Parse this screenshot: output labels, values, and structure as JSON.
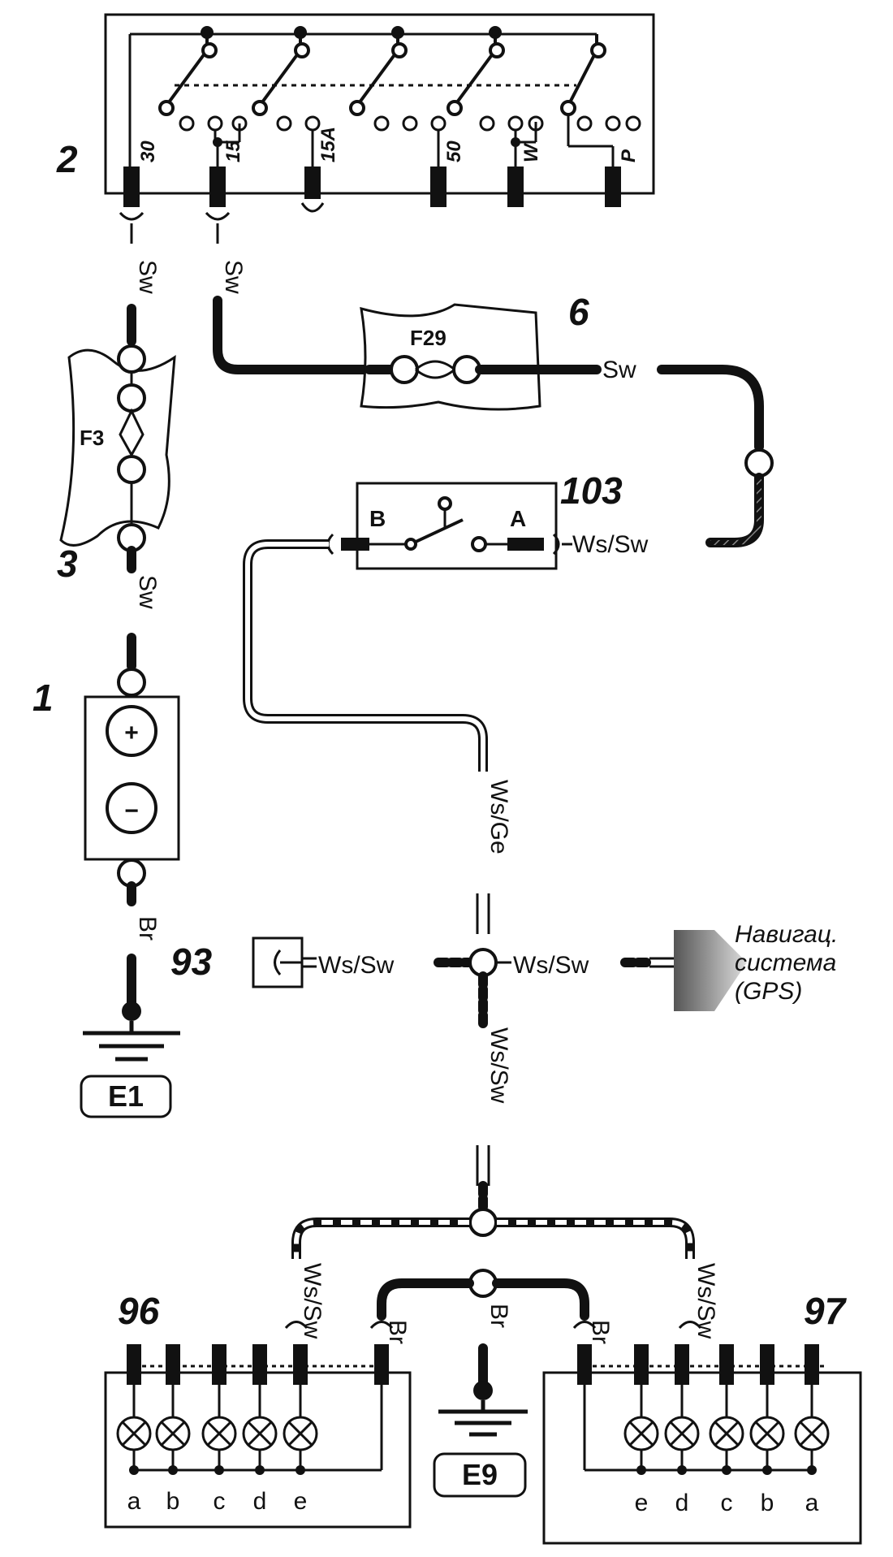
{
  "components": {
    "battery": "1",
    "ignition_switch": "2",
    "fuse_box_f3": "3",
    "fuse_box_f29": "6",
    "door_switch": "103",
    "connector": "93",
    "lamp_block_left": "96",
    "lamp_block_right": "97"
  },
  "ignition_pins": [
    "30",
    "15",
    "15A",
    "50",
    "W",
    "P"
  ],
  "fuses": {
    "f3": "F3",
    "f29": "F29"
  },
  "switch_pins": {
    "b": "B",
    "a": "A"
  },
  "battery_signs": {
    "plus": "+",
    "minus": "−"
  },
  "grounds": {
    "e1": "E1",
    "e9": "E9"
  },
  "wires": {
    "sw_30": "Sw",
    "sw_15": "Sw",
    "sw_f3_out": "Sw",
    "br_battery": "Br",
    "sw_f29_out": "Sw",
    "ws_sw_103a": "Ws/Sw",
    "ws_ge_103b": "Ws/Ge",
    "ws_sw_93": "Ws/Sw",
    "ws_sw_gps": "Ws/Sw",
    "ws_sw_down": "Ws/Sw",
    "ws_sw_left": "Ws/Sw",
    "ws_sw_right": "Ws/Sw",
    "br_left": "Br",
    "br_mid": "Br",
    "br_right": "Br"
  },
  "gps_label": [
    "Навигац.",
    "система",
    "(GPS)"
  ],
  "lamp_letters_left": [
    "a",
    "b",
    "c",
    "d",
    "e"
  ],
  "lamp_letters_right": [
    "e",
    "d",
    "c",
    "b",
    "a"
  ]
}
